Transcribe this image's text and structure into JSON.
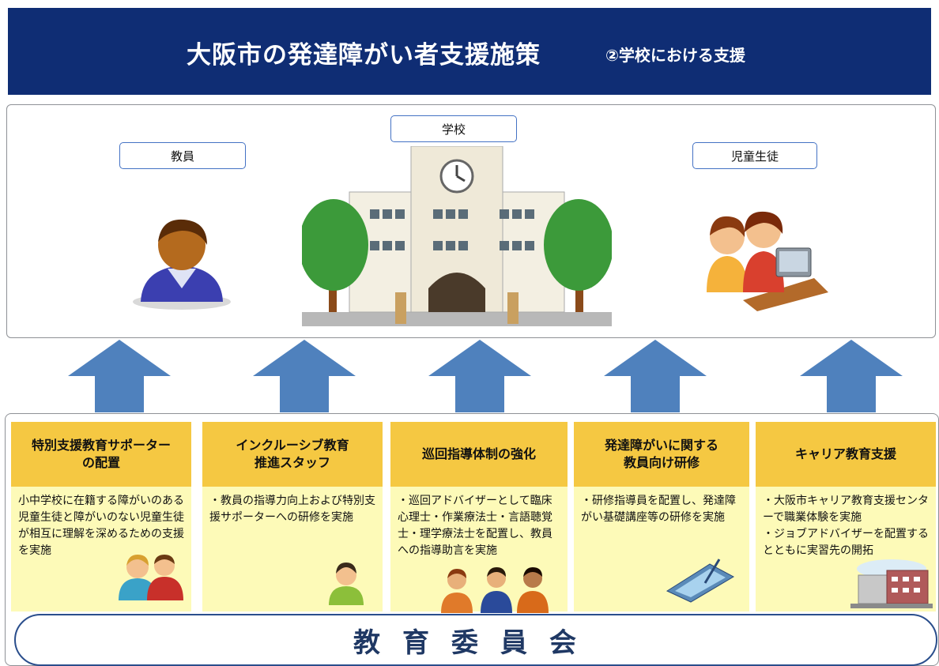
{
  "header": {
    "title": "大阪市の発達障がい者支援施策",
    "subtitle": "②学校における支援"
  },
  "labels": {
    "teacher": "教員",
    "school": "学校",
    "students": "児童生徒"
  },
  "columns": [
    {
      "title": "特別支援教育サポーター\nの配置",
      "body": "小中学校に在籍する障がいのある児童生徒と障がいのない児童生徒が相互に理解を深めるための支援を実施"
    },
    {
      "title": "インクルーシブ教育\n推進スタッフ",
      "body": "・教員の指導力向上および特別支援サポーターへの研修を実施"
    },
    {
      "title": "巡回指導体制の強化",
      "body": "・巡回アドバイザーとして臨床心理士・作業療法士・言語聴覚士・理学療法士を配置し、教員への指導助言を実施"
    },
    {
      "title": "発達障がいに関する\n教員向け研修",
      "body": "・研修指導員を配置し、発達障がい基礎講座等の研修を実施"
    },
    {
      "title": "キャリア教育支援",
      "body": "・大阪市キャリア教育支援センターで職業体験を実施\n・ジョブアドバイザーを配置するとともに実習先の開拓"
    }
  ],
  "committee": "教育委員会",
  "colors": {
    "header": "#0f2d74",
    "arrow": "#4f81bd",
    "column_head": "#f5c842",
    "column_body": "#fdfab8",
    "label_border": "#4472c4"
  },
  "icons": [
    "teacher-figure-icon",
    "school-building-icon",
    "students-computer-icon",
    "parents-icon",
    "staff-person-icon",
    "advisors-group-icon",
    "tablet-pen-icon",
    "building-icon"
  ]
}
